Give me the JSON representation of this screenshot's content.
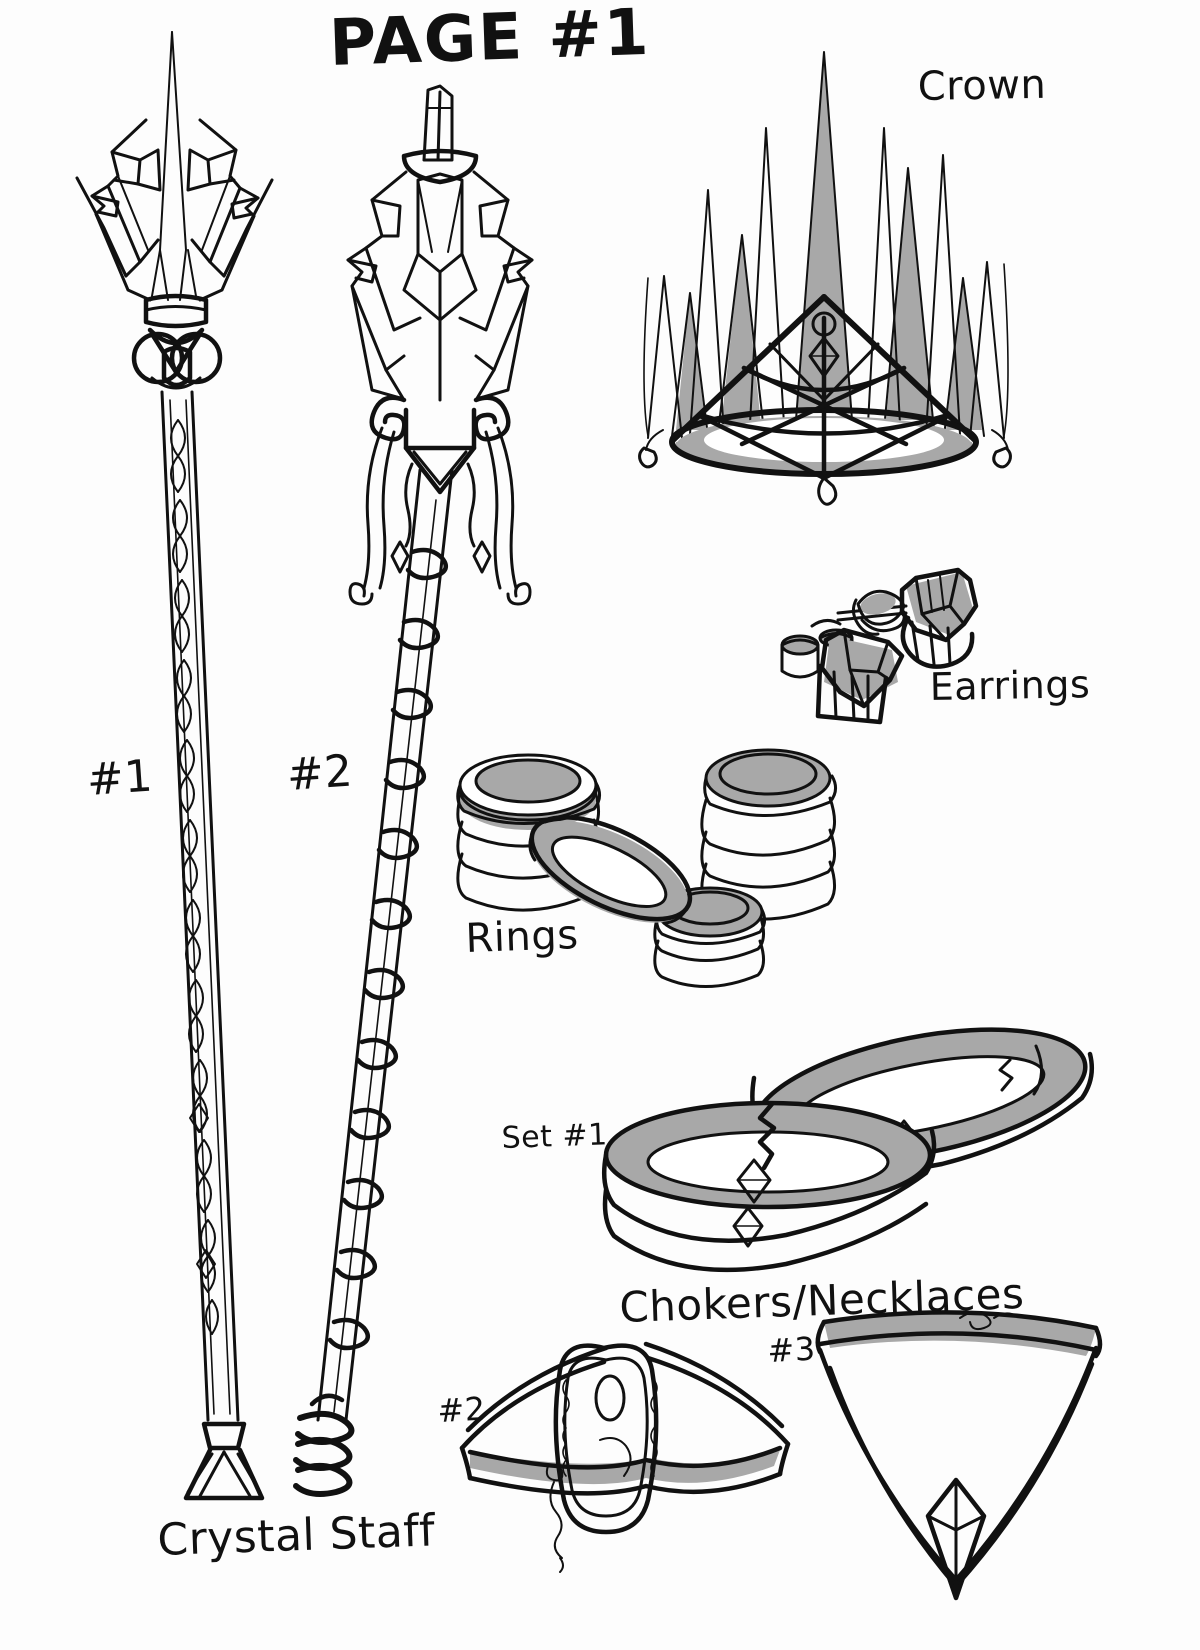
{
  "page": {
    "title": "PAGE #1",
    "background_color": "#fdfdfd",
    "ink_color": "#111111",
    "shade_color": "#a8a8a8",
    "light_shade_color": "#c9c9c9"
  },
  "labels": {
    "crown": "Crown",
    "earrings": "Earrings",
    "rings": "Rings",
    "set_one": "Set #1",
    "chokers": "Chokers/Necklaces",
    "crystal_staff": "Crystal Staff",
    "staff_one": "#1",
    "staff_two": "#2",
    "choker_two": "#2",
    "choker_three": "#3"
  },
  "items": [
    {
      "id": "staff-1",
      "name": "Crystal Staff #1",
      "label": "#1",
      "group": "Crystal Staff",
      "features": [
        "faceted crystal crown of shards",
        "central long spike",
        "banded collar",
        "heart-ring knot",
        "braided shaft inlay",
        "flared tripod foot"
      ]
    },
    {
      "id": "staff-2",
      "name": "Crystal Staff #2",
      "label": "#2",
      "group": "Crystal Staff",
      "features": [
        "blunt crystal cluster head",
        "square post finial",
        "double spiral scrollwork",
        "hanging ribbon tassels",
        "wrapped spiral shaft",
        "coiled base rings"
      ]
    },
    {
      "id": "crown",
      "name": "Crown",
      "label": "Crown",
      "features": [
        "eleven tapered spikes",
        "grey shaded spike panels",
        "conical latticed band",
        "central diamond gem",
        "pendant teardrops"
      ]
    },
    {
      "id": "earrings",
      "name": "Earrings",
      "label": "Earrings",
      "features": [
        "angular geometric drops",
        "post studs",
        "grey shaded facets"
      ]
    },
    {
      "id": "rings",
      "name": "Rings",
      "label": "Rings",
      "features": [
        "stack of four bands",
        "stack of three bands",
        "small stack of three bands",
        "leaning open band"
      ]
    },
    {
      "id": "chokers-set-1",
      "name": "Chokers Set #1",
      "label": "Set #1",
      "group": "Chokers/Necklaces",
      "features": [
        "two stacked grey-lined bands",
        "diamond gem accents",
        "zigzag seam",
        "second band overlapping at right"
      ]
    },
    {
      "id": "choker-2",
      "name": "Choker #2",
      "label": "#2",
      "group": "Chokers/Necklaces",
      "features": [
        "winged collar",
        "central oval cabochon",
        "shaded underside",
        "small hanging chain"
      ]
    },
    {
      "id": "choker-3",
      "name": "Choker #3",
      "label": "#3",
      "group": "Chokers/Necklaces",
      "features": [
        "deep V bib collar",
        "grey shaded top rim",
        "pointed crystal drop",
        "small wire detail"
      ]
    }
  ]
}
